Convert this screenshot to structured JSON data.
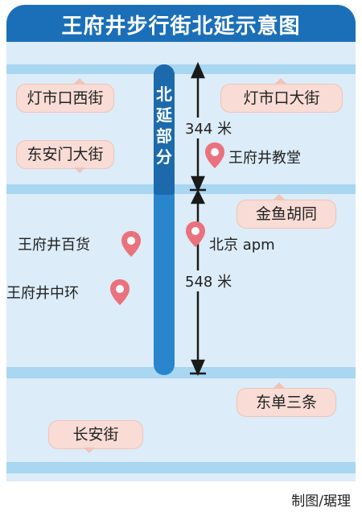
{
  "title": "王府井步行街北延示意图",
  "north_extension_label": [
    "北",
    "延",
    "部",
    "分"
  ],
  "streets": {
    "dengshikou_west": "灯市口西街",
    "dengshikou_main": "灯市口大街",
    "dongan_men": "东安门大街",
    "jinyu_hutong": "金鱼胡同",
    "dongdan_santiao": "东单三条",
    "changan": "长安街"
  },
  "landmarks": {
    "church": "王府井教堂",
    "department_store": "王府井百货",
    "apm": "北京 apm",
    "in88": "王府井中环"
  },
  "distances": {
    "north_segment": "344 米",
    "south_segment": "548 米"
  },
  "credit": "制图/琚理",
  "colors": {
    "title_bg": "#1b6fb8",
    "extension_strip": "#1c6aac",
    "main_strip": "#2a86cc",
    "street_band": "#a9d6f0",
    "map_bg": "#dcecf8",
    "label_bg": "#f8dcd5",
    "pin": "#e9727c"
  },
  "icons": [
    "map-pin-icon",
    "arrow-up-icon",
    "arrow-down-icon"
  ]
}
